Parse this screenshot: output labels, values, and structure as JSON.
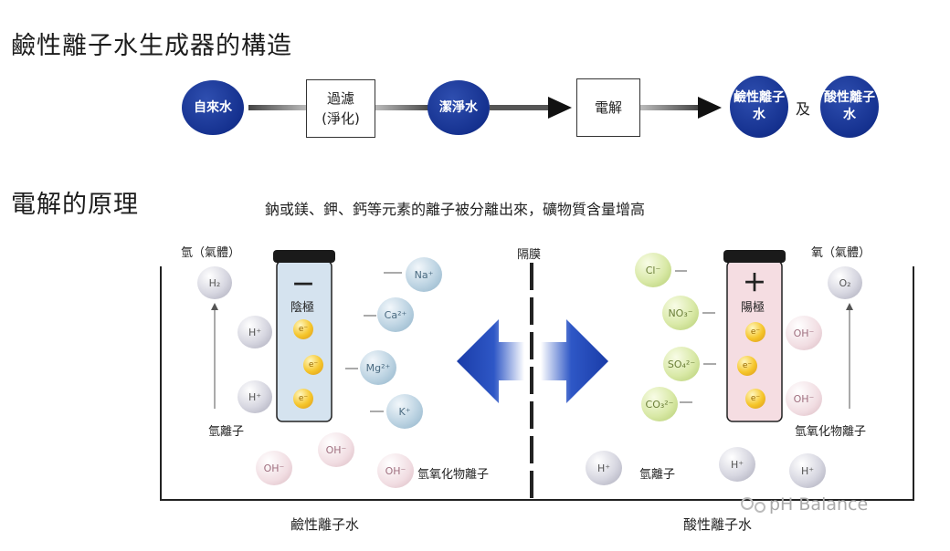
{
  "titles": {
    "structure": "鹼性離子水生成器的構造",
    "principle": "電解的原理"
  },
  "flow": {
    "tap_water": "自來水",
    "filter_line1": "過濾",
    "filter_line2": "(淨化)",
    "clean_water": "潔淨水",
    "electrolysis": "電解",
    "alkaline_water": "鹼性離子水",
    "and": "及",
    "acid_water": "酸性離子水"
  },
  "principle": {
    "caption": "鈉或鎂、鉀、鈣等元素的離子被分離出來，礦物質含量增高",
    "membrane": "隔膜",
    "hydrogen_gas": "氫（氣體）",
    "oxygen_gas": "氧（氣體）",
    "cathode_sign": "－",
    "cathode": "陰極",
    "anode_sign": "＋",
    "anode": "陽極",
    "hydrogen_ion_left": "氫離子",
    "hydroxide_left": "氫氧化物離子",
    "hydroxide_right": "氫氧化物離子",
    "hydrogen_ion_right": "氫離子",
    "alkaline_bottom": "鹼性離子水",
    "acid_bottom": "酸性離子水",
    "watermark": "pH Balance"
  },
  "ions": {
    "h2": "H₂",
    "h_plus": "H⁺",
    "na": "Na⁺",
    "ca": "Ca²⁺",
    "mg": "Mg²⁺",
    "k": "K⁺",
    "oh": "OH⁻",
    "cl": "Cl⁻",
    "no3": "NO₃⁻",
    "so4": "SO₄²⁻",
    "co3": "CO₃²⁻",
    "o2": "O₂",
    "e": "e⁻"
  },
  "colors": {
    "node_blue": "#15318f",
    "arrow_blue": "#1e3fa8",
    "cathode_fill": "#d5e3ef",
    "anode_fill": "#f5dde2"
  }
}
